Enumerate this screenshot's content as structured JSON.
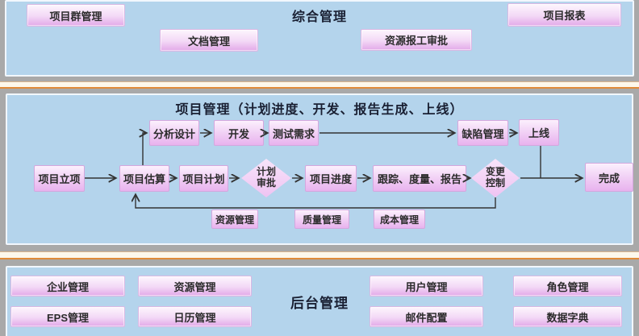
{
  "colors": {
    "panel_blue": "#b4d4ec",
    "panel_border": "#f2f7fd",
    "frame_gray": "#a9a9a9",
    "gap_cream": "#fdf8ec",
    "gap_orange": "#e08b3a",
    "button_pink_top": "#fdf6fd",
    "button_pink_bottom": "#e2a9e8",
    "title_text": "#1a2033",
    "arrow": "#333333"
  },
  "top_band": {
    "title": "综合管理",
    "buttons": [
      {
        "label": "项目群管理"
      },
      {
        "label": "文档管理"
      },
      {
        "label": "资源报工审批"
      },
      {
        "label": "项目报表"
      }
    ]
  },
  "middle_band": {
    "title": "项目管理（计划进度、开发、报告生成、上线）",
    "flow": {
      "analysis": "分析设计",
      "develop": "开发",
      "test_requirement": "测试需求",
      "defect_mgmt": "缺陷管理",
      "go_live": "上线",
      "initiation": "项目立项",
      "estimation": "项目估算",
      "planning": "项目计划",
      "plan_approval": "计划\n审批",
      "progress": "项目进度",
      "tracking": "跟踪、度量、报告",
      "change_control": "变更\n控制",
      "complete": "完成"
    },
    "support_buttons": [
      {
        "label": "资源管理"
      },
      {
        "label": "质量管理"
      },
      {
        "label": "成本管理"
      }
    ]
  },
  "bottom_band": {
    "title": "后台管理",
    "buttons": [
      {
        "label": "企业管理"
      },
      {
        "label": "资源管理"
      },
      {
        "label": "EPS管理"
      },
      {
        "label": "日历管理"
      },
      {
        "label": "用户管理"
      },
      {
        "label": "邮件配置"
      },
      {
        "label": "角色管理"
      },
      {
        "label": "数据字典"
      }
    ]
  }
}
